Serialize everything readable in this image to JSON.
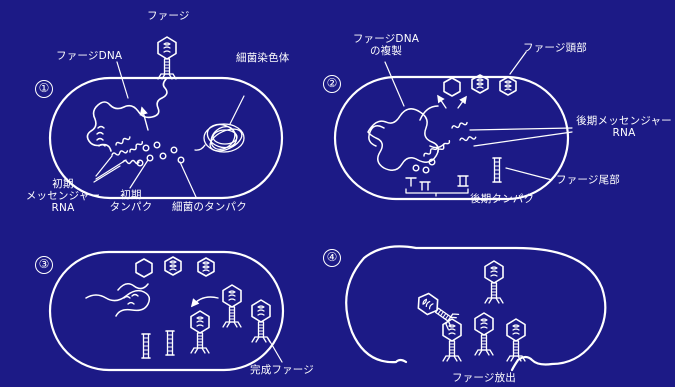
{
  "colors": {
    "background": "#1c1a86",
    "ink": "#ffffff"
  },
  "stages": [
    {
      "number": "①"
    },
    {
      "number": "②"
    },
    {
      "number": "③"
    },
    {
      "number": "④"
    }
  ],
  "labels": {
    "phage": "ファージ",
    "phage_dna": "ファージDNA",
    "bacterial_chromosome": "細菌染色体",
    "early_mrna_line1": "初期",
    "early_mrna_line2": "メッセンジャー",
    "early_mrna_line3": "RNA",
    "early_protein_line1": "初期",
    "early_protein_line2": "タンパク",
    "bacterial_protein": "細菌のタンパク",
    "dna_replication_line1": "ファージDNA",
    "dna_replication_line2": "の複製",
    "phage_head": "ファージ頭部",
    "late_mrna_line1": "後期メッセンジャー",
    "late_mrna_line2": "RNA",
    "phage_tail": "ファージ尾部",
    "late_protein": "後期タンパク",
    "complete_phage": "完成ファージ",
    "phage_release": "ファージ放出"
  }
}
